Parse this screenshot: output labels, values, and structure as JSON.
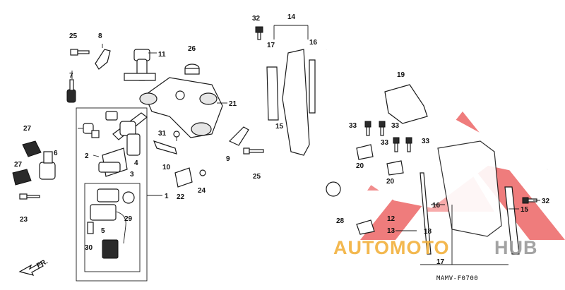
{
  "callouts": {
    "c1": "1",
    "c2": "2",
    "c3": "3",
    "c4": "4",
    "c5": "5",
    "c6": "6",
    "c7": "7",
    "c8": "8",
    "c9": "9",
    "c10": "10",
    "c11": "11",
    "c12": "12",
    "c13": "13",
    "c14": "14",
    "c15a": "15",
    "c15b": "15",
    "c16a": "16",
    "c16b": "16",
    "c17a": "17",
    "c17b": "17",
    "c18": "18",
    "c19": "19",
    "c20a": "20",
    "c20b": "20",
    "c21": "21",
    "c22": "22",
    "c23": "23",
    "c24": "24",
    "c25a": "25",
    "c25b": "25",
    "c26": "26",
    "c27a": "27",
    "c27b": "27",
    "c28": "28",
    "c29": "29",
    "c30": "30",
    "c31": "31",
    "c32a": "32",
    "c32b": "32",
    "c33a": "33",
    "c33b": "33",
    "c33c": "33",
    "c33d": "33"
  },
  "direction_label": "FR.",
  "diagram_code": "MAMV-F0700",
  "watermark": {
    "left": "AUTOMOTO",
    "right": "HUB",
    "colors": {
      "logo": "#e84040",
      "left_text": "#f2b13c",
      "right_text": "#9a9a9a"
    }
  }
}
